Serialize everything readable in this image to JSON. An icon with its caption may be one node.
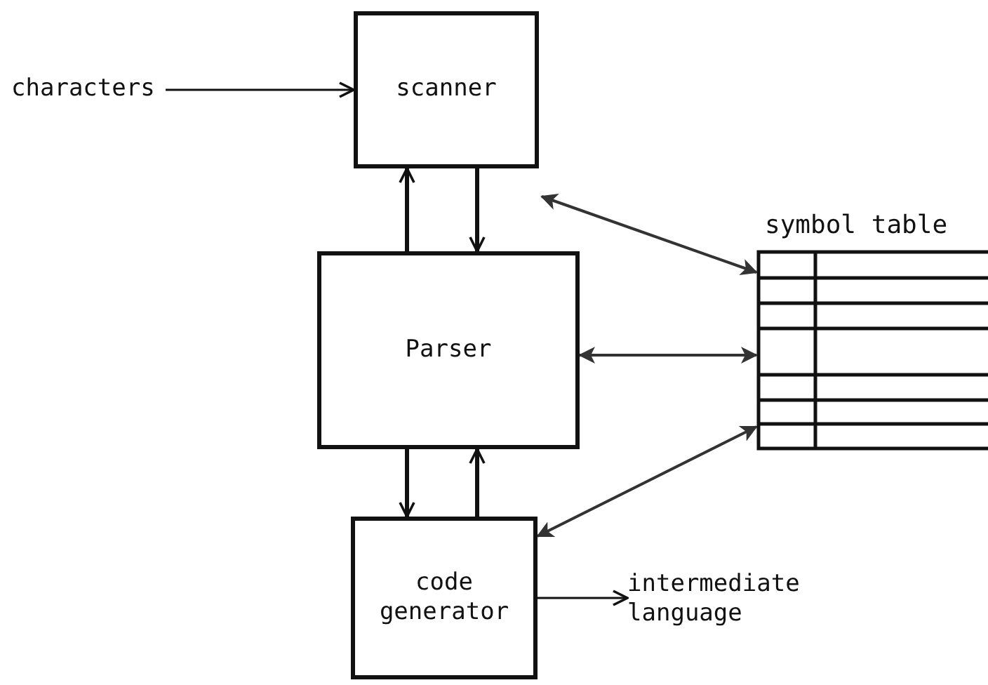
{
  "diagram": {
    "nodes": [
      {
        "text": [
          "characters"
        ]
      },
      {
        "text": [
          "scanner"
        ]
      },
      {
        "text": [
          "Parser"
        ]
      },
      {
        "text": [
          "code generator"
        ]
      },
      {
        "text": [
          "symbol table"
        ]
      },
      {
        "text": [
          "intermediate language"
        ]
      }
    ],
    "edges": [
      {
        "from": 0,
        "to": 1,
        "arrow": "to"
      },
      {
        "from": 1,
        "to": 2,
        "arrow": "to"
      },
      {
        "from": 2,
        "to": 1,
        "arrow": "to"
      },
      {
        "from": 2,
        "to": 3,
        "arrow": "to"
      },
      {
        "from": 3,
        "to": 2,
        "arrow": "to"
      },
      {
        "from": 1,
        "to": 4,
        "arrow": "both"
      },
      {
        "from": 2,
        "to": 4,
        "arrow": "both"
      },
      {
        "from": 3,
        "to": 4,
        "arrow": "both"
      },
      {
        "from": 3,
        "to": 5,
        "arrow": "to"
      }
    ]
  }
}
